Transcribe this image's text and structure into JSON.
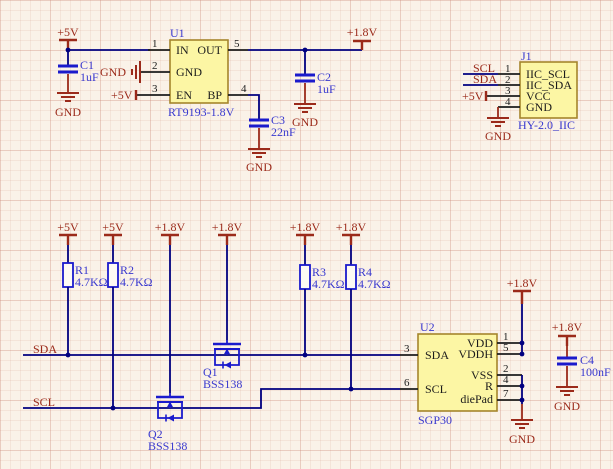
{
  "schematic": {
    "nets": {
      "sda": "SDA",
      "scl": "SCL",
      "gnd": "GND",
      "v5": "+5V",
      "v18": "+1.8V"
    },
    "components": {
      "U1": {
        "ref": "U1",
        "value": "RT9193-1.8V",
        "pins": {
          "p1": {
            "num": "1",
            "name": "IN"
          },
          "p2": {
            "num": "2",
            "name": "GND"
          },
          "p3": {
            "num": "3",
            "name": "EN"
          },
          "p4": {
            "num": "4",
            "name": "BP"
          },
          "p5": {
            "num": "5",
            "name": "OUT"
          }
        }
      },
      "J1": {
        "ref": "J1",
        "value": "HY-2.0_IIC",
        "pins": {
          "p1": {
            "num": "1",
            "name": "IIC_SCL"
          },
          "p2": {
            "num": "2",
            "name": "IIC_SDA"
          },
          "p3": {
            "num": "3",
            "name": "VCC"
          },
          "p4": {
            "num": "4",
            "name": "GND"
          }
        }
      },
      "U2": {
        "ref": "U2",
        "value": "SGP30",
        "pins": {
          "p1": {
            "num": "1",
            "name": "VDD"
          },
          "p2": {
            "num": "2",
            "name": "VSS"
          },
          "p3": {
            "num": "3",
            "name": "SDA"
          },
          "p4": {
            "num": "4",
            "name": "R"
          },
          "p5": {
            "num": "5",
            "name": "VDDH"
          },
          "p6": {
            "num": "6",
            "name": "SCL"
          },
          "p7": {
            "num": "7",
            "name": "diePad"
          }
        }
      },
      "C1": {
        "ref": "C1",
        "value": "1uF"
      },
      "C2": {
        "ref": "C2",
        "value": "1uF"
      },
      "C3": {
        "ref": "C3",
        "value": "22nF"
      },
      "C4": {
        "ref": "C4",
        "value": "100nF"
      },
      "R1": {
        "ref": "R1",
        "value": "4.7KΩ"
      },
      "R2": {
        "ref": "R2",
        "value": "4.7KΩ"
      },
      "R3": {
        "ref": "R3",
        "value": "4.7KΩ"
      },
      "R4": {
        "ref": "R4",
        "value": "4.7KΩ"
      },
      "Q1": {
        "ref": "Q1",
        "value": "BSS138"
      },
      "Q2": {
        "ref": "Q2",
        "value": "BSS138"
      }
    },
    "colors": {
      "wire": "#000080",
      "symbol_blue": "#1a1acc",
      "net_label_red": "#9b2a1a",
      "ref_label_blue": "#3939cf",
      "pin_text_black": "#1c1c1c",
      "chip_fill": "#fcf6a4",
      "chip_border": "#a5852c",
      "background": "#faf2e8"
    }
  }
}
